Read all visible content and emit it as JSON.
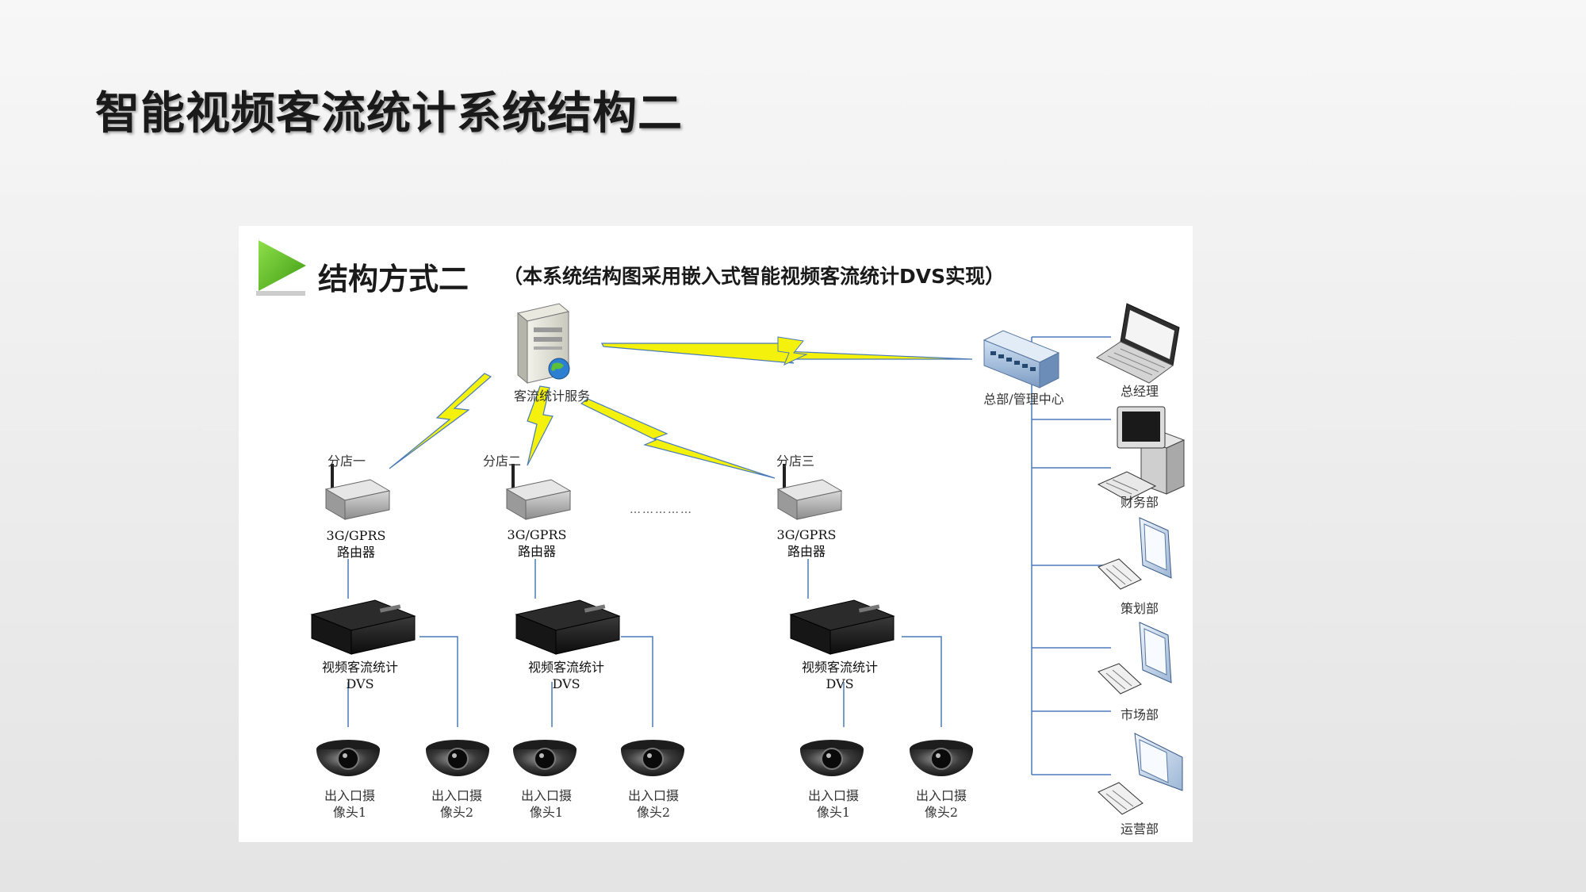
{
  "slide": {
    "title": "智能视频客流统计系统结构二"
  },
  "diagram": {
    "heading": "结构方式二",
    "subheading": "（本系统结构图采用嵌入式智能视频客流统计DVS实现）",
    "server_label": "客流统计服务",
    "hq_label": "总部/管理中心",
    "ellipsis": "……………",
    "branches": [
      {
        "name": "分店一",
        "router_line1": "3G/GPRS",
        "router_line2": "路由器",
        "dvs_line1": "视频客流统计",
        "dvs_line2": "DVS",
        "cam1_line1": "出入口摄",
        "cam1_line2": "像头1",
        "cam2_line1": "出入口摄",
        "cam2_line2": "像头2"
      },
      {
        "name": "分店二",
        "router_line1": "3G/GPRS",
        "router_line2": "路由器",
        "dvs_line1": "视频客流统计",
        "dvs_line2": "DVS",
        "cam1_line1": "出入口摄",
        "cam1_line2": "像头1",
        "cam2_line1": "出入口摄",
        "cam2_line2": "像头2"
      },
      {
        "name": "分店三",
        "router_line1": "3G/GPRS",
        "router_line2": "路由器",
        "dvs_line1": "视频客流统计",
        "dvs_line2": "DVS",
        "cam1_line1": "出入口摄",
        "cam1_line2": "像头1",
        "cam2_line1": "出入口摄",
        "cam2_line2": "像头2"
      }
    ],
    "departments": [
      "总经理",
      "财务部",
      "策划部",
      "市场部",
      "运营部"
    ]
  },
  "colors": {
    "accent_green": "#5bb31f",
    "link_blue": "#4a7ab8",
    "lightning_yellow": "#f4f20c"
  }
}
